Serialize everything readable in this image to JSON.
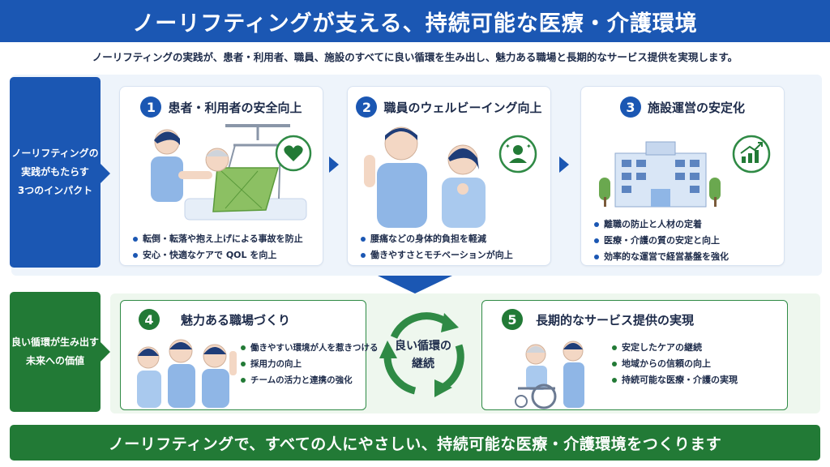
{
  "header": {
    "title": "ノーリフティングが支える、持続可能な医療・介護環境",
    "subtitle": "ノーリフティングの実践が、患者・利用者、職員、施設のすべてに良い循環を生み出し、魅力ある職場と長期的なサービス提供を実現します。"
  },
  "impact_label": {
    "line1": "ノーリフティングの",
    "line2": "実践がもたらす",
    "line3": "3つのインパクト"
  },
  "value_label": {
    "line1": "良い循環が生み出す",
    "line2": "未来への価値"
  },
  "cards": [
    {
      "num": "1",
      "title": "患者・利用者の安全向上",
      "icon": "heart-icon",
      "bullets": [
        "転倒・転落や抱え上げによる事故を防止",
        "安心・快適なケアで QOL を向上"
      ]
    },
    {
      "num": "2",
      "title": "職員のウェルビーイング向上",
      "icon": "person-sparkle-icon",
      "bullets": [
        "腰痛などの身体的負担を軽減",
        "働きやすさとモチベーションが向上"
      ]
    },
    {
      "num": "3",
      "title": "施設運営の安定化",
      "icon": "growth-chart-icon",
      "bullets": [
        "離職の防止と人材の定着",
        "医療・介護の質の安定と向上",
        "効率的な運営で経営基盤を強化"
      ]
    }
  ],
  "value_cards": [
    {
      "num": "4",
      "title": "魅力ある職場づくり",
      "bullets": [
        "働きやすい環境が人を惹きつける",
        "採用力の向上",
        "チームの活力と連携の強化"
      ]
    },
    {
      "num": "5",
      "title": "長期的なサービス提供の実現",
      "bullets": [
        "安定したケアの継続",
        "地域からの信頼の向上",
        "持続可能な医療・介護の実現"
      ]
    }
  ],
  "cycle": {
    "line1": "良い循環の",
    "line2": "継続"
  },
  "footer": {
    "text": "ノーリフティングで、すべての人にやさしい、持続可能な医療・介護環境をつくります"
  },
  "colors": {
    "blue": "#1b57b3",
    "green": "#227a36",
    "light_blue_band": "#eef4fb",
    "light_green_band": "#eef7ee"
  }
}
